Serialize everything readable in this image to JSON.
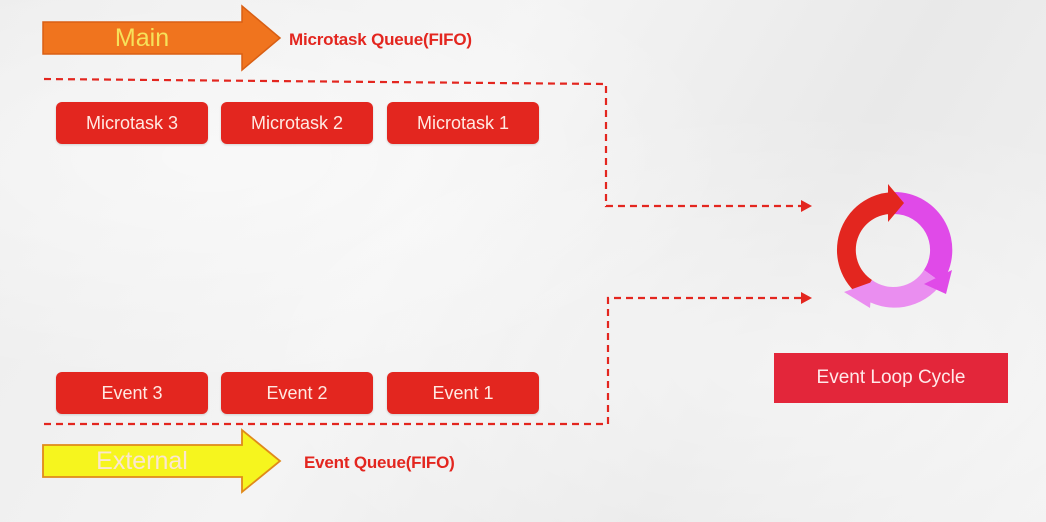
{
  "microtask": {
    "arrow_label": "Main",
    "title": "Microtask Queue(FIFO)",
    "items": [
      "Microtask 3",
      "Microtask 2",
      "Microtask 1"
    ]
  },
  "event": {
    "arrow_label": "External",
    "title": "Event Queue(FIFO)",
    "items": [
      "Event 3",
      "Event 2",
      "Event 1"
    ]
  },
  "cycle": {
    "label": "Event Loop Cycle",
    "icon": "circular-arrows-icon"
  },
  "colors": {
    "main_arrow": "#f0741e",
    "external_arrow": "#f6f51e",
    "red": "#e3261f",
    "magenta": "#e04ae8",
    "pink": "#ea8ef0",
    "main_text": "#f6e15a",
    "external_text": "#fbe6d0"
  }
}
